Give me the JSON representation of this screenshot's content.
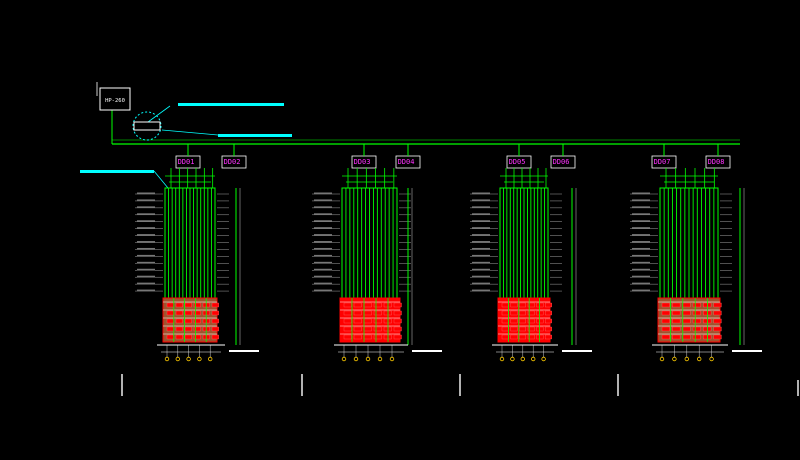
{
  "drawing": {
    "controller_label": "HP-260",
    "buildings": [
      {
        "id": "building-1",
        "units": [
          "DD01",
          "DD02"
        ]
      },
      {
        "id": "building-2",
        "units": [
          "DD03",
          "DD04"
        ]
      },
      {
        "id": "building-3",
        "units": [
          "DD05",
          "DD06"
        ]
      },
      {
        "id": "building-4",
        "units": [
          "DD07",
          "DD08"
        ]
      }
    ]
  },
  "colors": {
    "background": "#000000",
    "wire": "#00ff00",
    "highlight": "#00ffff",
    "structure": "#ff0000",
    "podium": "#a0522d",
    "unit_label": "#ff33ff",
    "line": "#ffffff"
  }
}
